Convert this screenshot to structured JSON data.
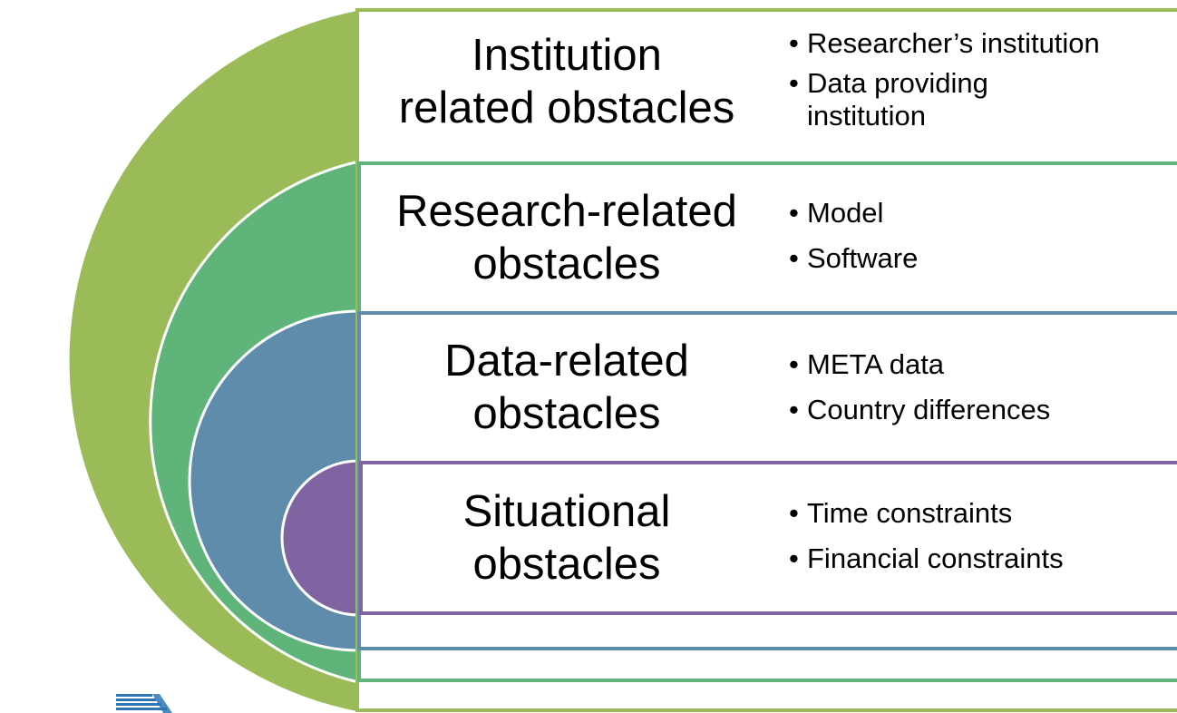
{
  "rows": [
    {
      "title_lines": [
        "Institution",
        "related obstacles"
      ],
      "bullets": [
        "Researcher’s institution",
        "Data providing institution"
      ],
      "arc_color": "#9BBB59",
      "border_color": "#9BBB59"
    },
    {
      "title_lines": [
        "Research-related",
        "obstacles"
      ],
      "bullets": [
        "Model",
        "Software"
      ],
      "arc_color": "#5FB47A",
      "border_color": "#5FB47A"
    },
    {
      "title_lines": [
        "Data-related",
        "obstacles"
      ],
      "bullets": [
        "META data",
        "Country differences"
      ],
      "arc_color": "#5F8CAB",
      "border_color": "#5F8CAB"
    },
    {
      "title_lines": [
        "Situational",
        "obstacles"
      ],
      "bullets": [
        "Time constraints",
        "Financial constraints"
      ],
      "arc_color": "#8064A2",
      "border_color": "#8064A2"
    }
  ],
  "logo": {
    "name": "institution-logo-icon",
    "color": "#2E75B6"
  }
}
